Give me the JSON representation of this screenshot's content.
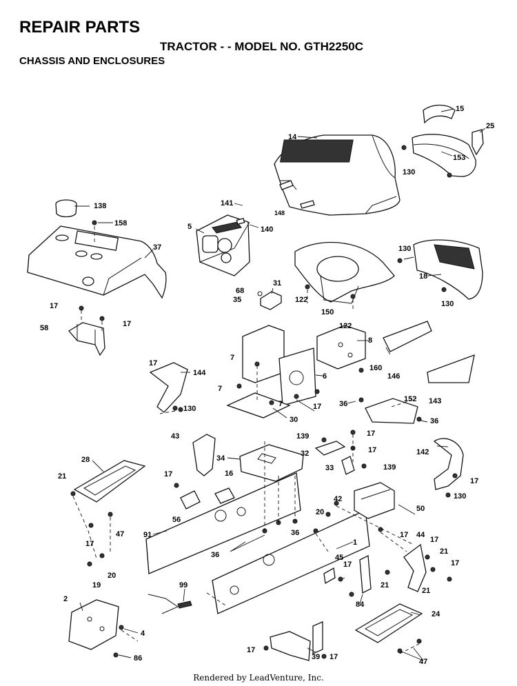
{
  "header": {
    "title": "REPAIR PARTS",
    "model": "TRACTOR - - MODEL NO. GTH2250C",
    "section": "CHASSIS AND ENCLOSURES"
  },
  "footer": "Rendered by LeadVenture, Inc.",
  "callouts": {
    "p15": "15",
    "p25": "25",
    "p14": "14",
    "p153": "153",
    "p130a": "130",
    "p148": "148",
    "p138": "138",
    "p158": "158",
    "p141": "141",
    "p5": "5",
    "p140": "140",
    "p37": "37",
    "p130b": "130",
    "p18": "18",
    "p130c": "130",
    "p31": "31",
    "p68": "68",
    "p35": "35",
    "p122a": "122",
    "p150": "150",
    "p122b": "122",
    "p17a": "17",
    "p17b": "17",
    "p58": "58",
    "p8": "8",
    "p7a": "7",
    "p160": "160",
    "p146": "146",
    "p6": "6",
    "p17c": "17",
    "p144": "144",
    "p7b": "7",
    "p7c": "7",
    "p17d": "17",
    "p130d": "130",
    "p30": "30",
    "p36a": "36",
    "p152": "152",
    "p36b": "36",
    "p143": "143",
    "p43": "43",
    "p139a": "139",
    "p17e": "17",
    "p32": "32",
    "p17f": "17",
    "p142": "142",
    "p34": "34",
    "p28": "28",
    "p33": "33",
    "p139b": "139",
    "p21a": "21",
    "p17g": "17",
    "p16": "16",
    "p17h": "17",
    "p130e": "130",
    "p42": "42",
    "p50": "50",
    "p56": "56",
    "p20a": "20",
    "p36c": "36",
    "p47a": "47",
    "p91": "91",
    "p17i": "17",
    "p44": "44",
    "p17j": "17",
    "p1": "1",
    "p21b": "21",
    "p17k": "17",
    "p36d": "36",
    "p45": "45",
    "p17l": "17",
    "p20b": "20",
    "p19": "19",
    "p21c": "21",
    "p21d": "21",
    "p99": "99",
    "p84": "84",
    "p2": "2",
    "p4": "4",
    "p24": "24",
    "p86": "86",
    "p17m": "17",
    "p39": "39",
    "p17n": "17",
    "p47b": "47"
  }
}
